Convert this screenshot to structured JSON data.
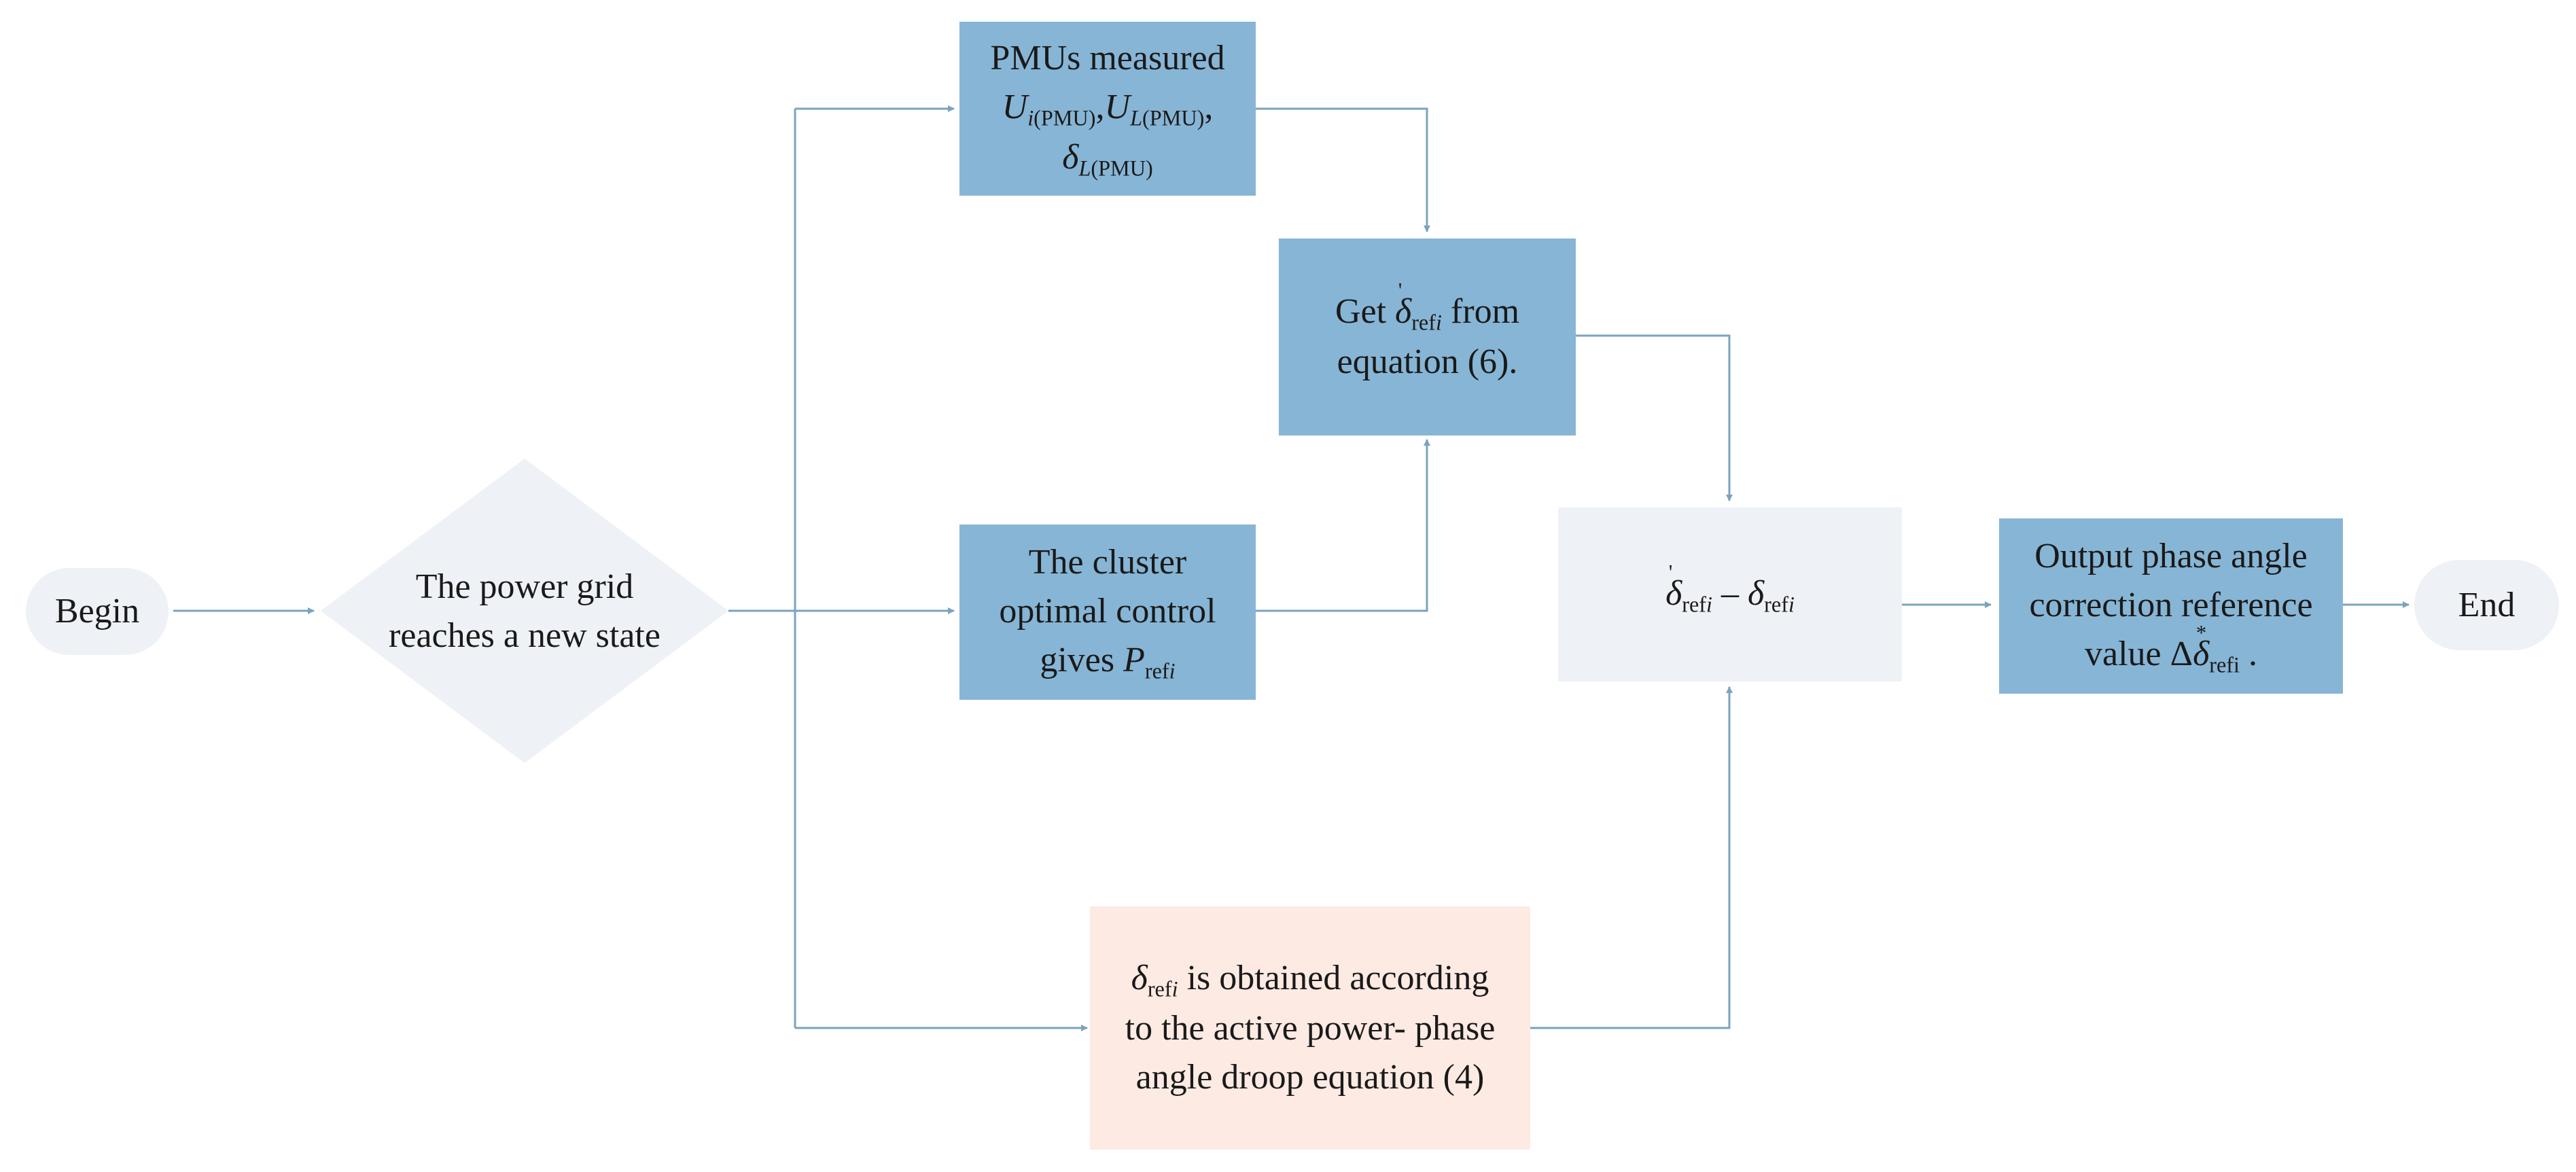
{
  "nodes": {
    "begin": {
      "label": "Begin"
    },
    "end": {
      "label": "End"
    },
    "decision": {
      "line1": "The power grid",
      "line2": "reaches a new state"
    },
    "pmu": {
      "line1": "PMUs measured",
      "u_i": "U",
      "u_i_sub_var": "i",
      "u_i_sub": "(PMU)",
      "sep": ",",
      "u_l": "U",
      "u_l_sub_var": "L",
      "u_l_sub": "(PMU)",
      "trail": ",",
      "delta": "δ",
      "delta_sub_var": "L",
      "delta_sub": "(PMU)"
    },
    "get_delta": {
      "prefix": "Get ",
      "delta": "δ",
      "prime": "'",
      "sub": "ref",
      "sub_var": "i",
      "suffix": " from",
      "line2": "equation (6)."
    },
    "cluster": {
      "line1": "The cluster",
      "line2": "optimal control",
      "line3_prefix": "gives ",
      "p": "P",
      "p_sub": "ref",
      "p_sub_var": "i"
    },
    "difference": {
      "delta1": "δ",
      "prime": "'",
      "sub1": "ref",
      "sub1_var": "i",
      "minus": " – ",
      "delta2": "δ",
      "sub2": "ref",
      "sub2_var": "i"
    },
    "output": {
      "line1": "Output phase angle",
      "line2": "correction reference",
      "line3_prefix": "value ",
      "Delta": "Δ",
      "delta": "δ",
      "star": "*",
      "sub": "refi",
      "period": " ."
    },
    "droop": {
      "delta": "δ",
      "sub": "ref",
      "sub_var": "i",
      "line1_suffix": " is obtained according",
      "line2": "to the active power- phase",
      "line3": "angle droop equation (4)"
    }
  },
  "colors": {
    "blue_box": "#87b5d5",
    "grey_box": "#eef1f6",
    "peach_box": "#fdeae3",
    "arrow": "#7aa3bf"
  }
}
